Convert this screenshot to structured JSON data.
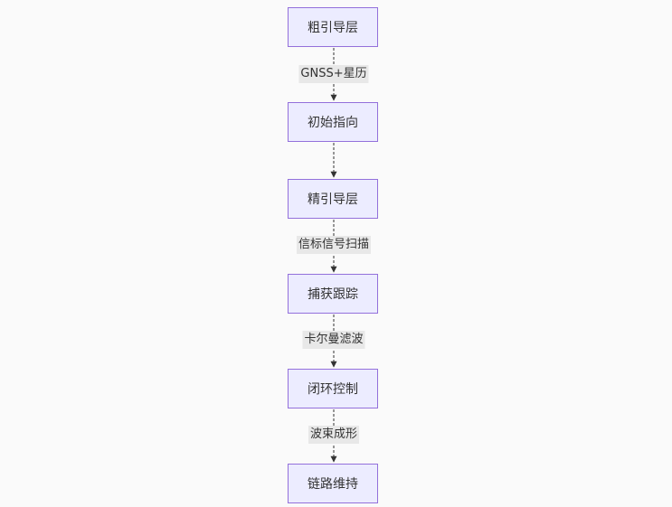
{
  "diagram": {
    "nodes": [
      {
        "id": "n1",
        "label": "粗引导层"
      },
      {
        "id": "n2",
        "label": "初始指向"
      },
      {
        "id": "n3",
        "label": "精引导层"
      },
      {
        "id": "n4",
        "label": "捕获跟踪"
      },
      {
        "id": "n5",
        "label": "闭环控制"
      },
      {
        "id": "n6",
        "label": "链路维持"
      }
    ],
    "edges": [
      {
        "from": "n1",
        "to": "n2",
        "label": "GNSS+星历"
      },
      {
        "from": "n2",
        "to": "n3",
        "label": ""
      },
      {
        "from": "n3",
        "to": "n4",
        "label": "信标信号扫描"
      },
      {
        "from": "n4",
        "to": "n5",
        "label": "卡尔曼滤波"
      },
      {
        "from": "n5",
        "to": "n6",
        "label": "波束成形"
      }
    ],
    "colors": {
      "node_fill": "#ececff",
      "node_border": "#9370db",
      "edge": "#333333",
      "label_bg": "#e8e8e8",
      "background": "#fafafa"
    }
  }
}
